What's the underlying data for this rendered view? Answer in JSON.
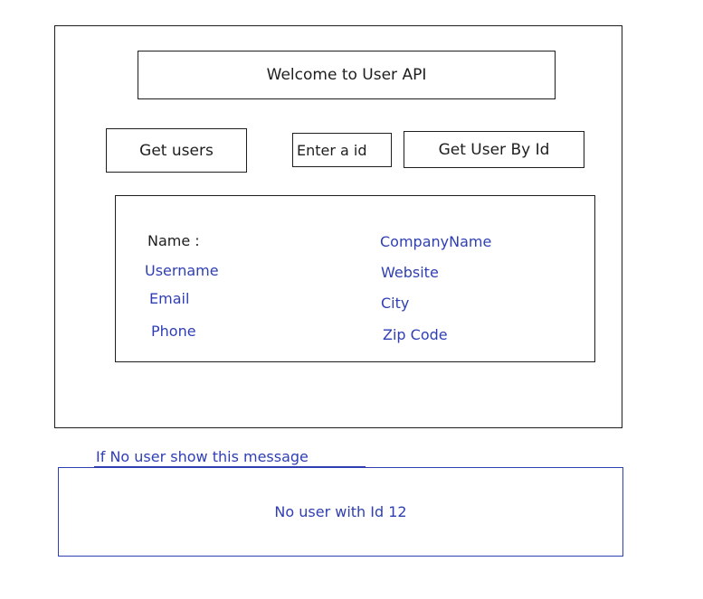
{
  "header": {
    "title": "Welcome to User API"
  },
  "controls": {
    "get_users_label": "Get users",
    "id_placeholder": "Enter a id",
    "get_user_by_id_label": "Get User By Id"
  },
  "user_card": {
    "name_label": "Name :",
    "username": "Username",
    "email": "Email",
    "phone": "Phone",
    "company_name": "CompanyName",
    "website": "Website",
    "city": "City",
    "zip_code": "Zip Code"
  },
  "empty_state": {
    "note": "If No user show this message",
    "message": "No user with Id 12"
  },
  "colors": {
    "ink": "#1e1e1e",
    "annotation": "#2f3fb3"
  }
}
